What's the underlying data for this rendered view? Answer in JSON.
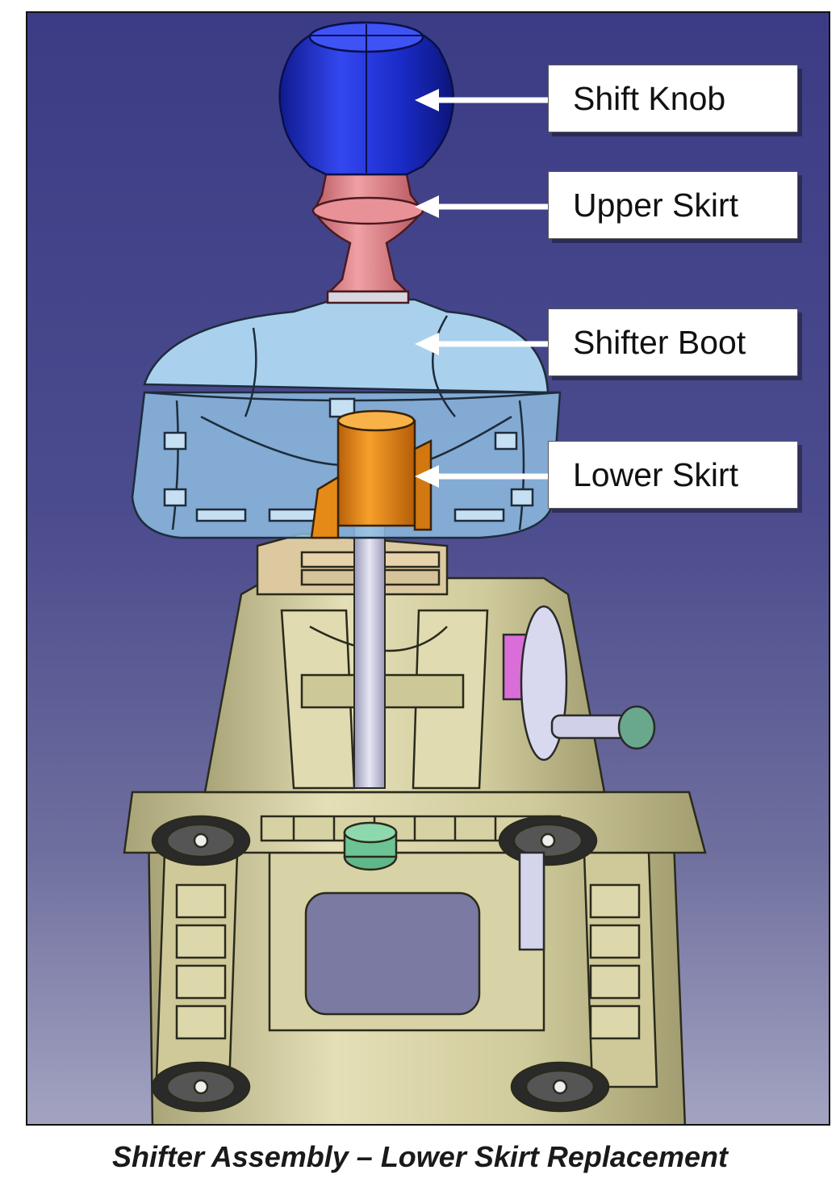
{
  "figure": {
    "labels": {
      "shift_knob": "Shift Knob",
      "upper_skirt": "Upper Skirt",
      "shifter_boot": "Shifter Boot",
      "lower_skirt": "Lower Skirt"
    },
    "caption": "Shifter Assembly – Lower Skirt Replacement"
  },
  "colors": {
    "knob": "#1f2fd0",
    "upper_skirt": "#e07f86",
    "boot": "#9cc6e6",
    "lower_skirt": "#e8870e",
    "housing": "#d4cfa2",
    "background": "#46468c"
  }
}
